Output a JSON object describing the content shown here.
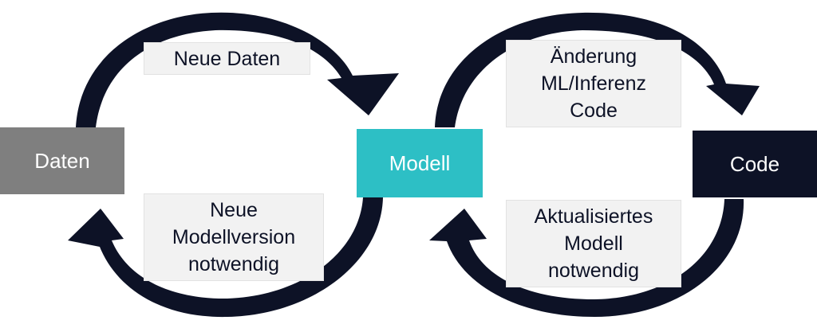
{
  "colors": {
    "arrow": "#0d1226",
    "daten_box": "#7f7f7f",
    "modell_box": "#2dbfc5",
    "code_box": "#0d1226",
    "label_bg": "#f2f2f2"
  },
  "nodes": {
    "daten": "Daten",
    "modell": "Modell",
    "code": "Code"
  },
  "labels": {
    "neue_daten": [
      "Neue Daten"
    ],
    "neue_modellversion": [
      "Neue",
      "Modellversion",
      "notwendig"
    ],
    "aenderung": [
      "Änderung",
      "ML/Inferenz",
      "Code"
    ],
    "aktualisiert": [
      "Aktualisiertes",
      "Modell",
      "notwendig"
    ]
  }
}
